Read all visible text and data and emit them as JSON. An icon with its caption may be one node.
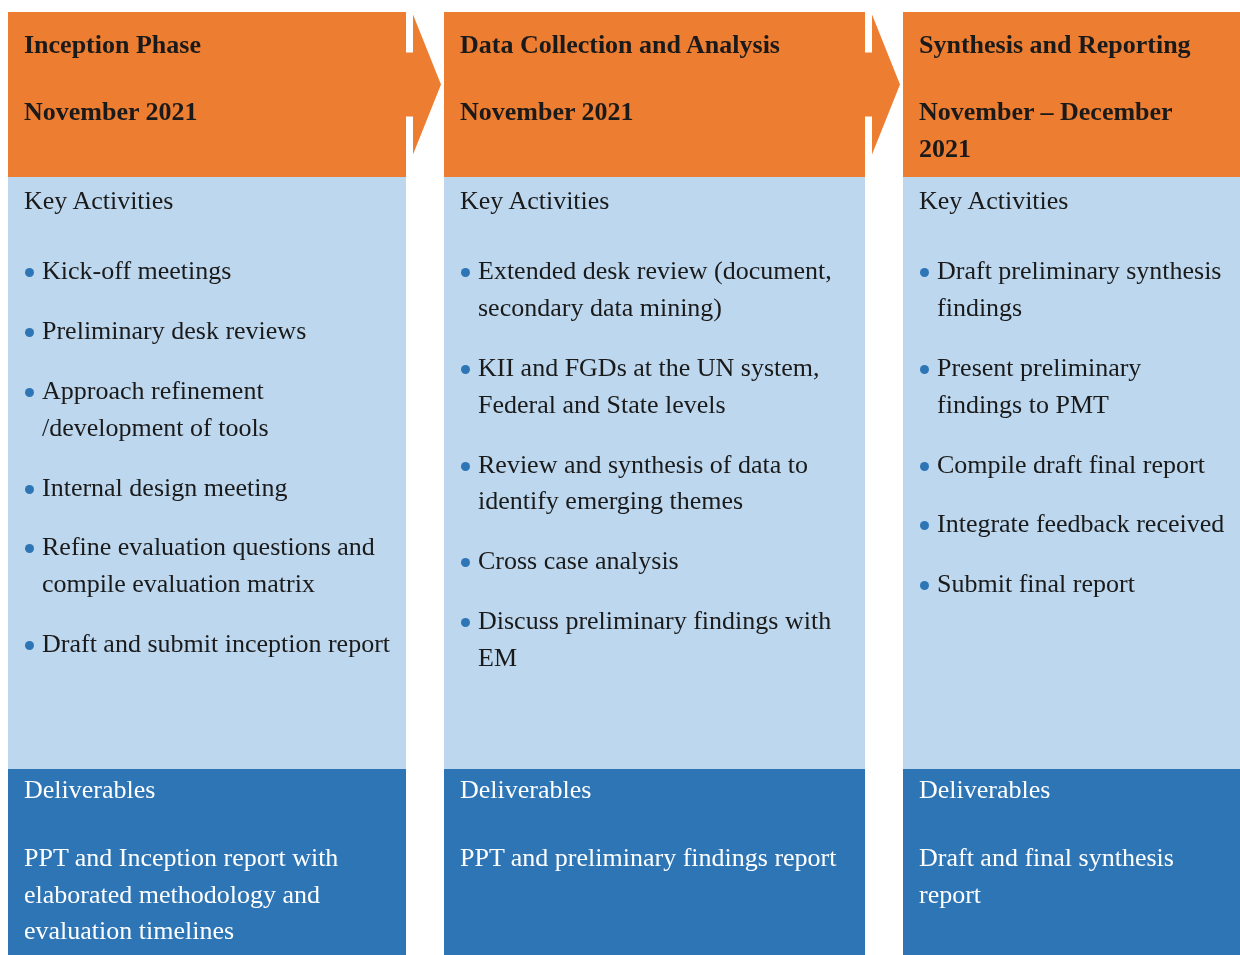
{
  "diagram": {
    "nodes": [
      {
        "text": [
          "Inception Phase",
          "November 2021"
        ]
      },
      {
        "text": [
          "Key Activities",
          "Kick-off meetings",
          "Preliminary desk reviews",
          "Approach refinement /development of tools",
          "Internal design meeting",
          "Refine evaluation questions and compile evaluation matrix",
          "Draft and submit inception report"
        ]
      },
      {
        "text": [
          "Deliverables",
          "PPT and Inception report with elaborated methodology and evaluation timelines"
        ]
      },
      {
        "text": [
          "Data Collection and Analysis",
          "November 2021"
        ]
      },
      {
        "text": [
          "Key Activities",
          "Extended desk review (document, secondary data mining)",
          "KII and FGDs at the UN system, Federal and State levels",
          "Review and synthesis of data to identify emerging themes",
          "Cross case analysis",
          "Discuss preliminary findings with EM"
        ]
      },
      {
        "text": [
          "Deliverables",
          "PPT and preliminary findings report"
        ]
      },
      {
        "text": [
          "Synthesis and Reporting",
          "November – December 2021"
        ]
      },
      {
        "text": [
          "Key Activities",
          "Draft preliminary synthesis findings",
          "Present preliminary findings to PMT",
          "Compile draft final report",
          "Integrate feedback received",
          "Submit final report"
        ]
      },
      {
        "text": [
          "Deliverables",
          "Draft and final synthesis report"
        ]
      }
    ],
    "edges": [
      {
        "from": 0,
        "to": 3,
        "arrow": "to"
      },
      {
        "from": 3,
        "to": 6,
        "arrow": "to"
      }
    ]
  }
}
